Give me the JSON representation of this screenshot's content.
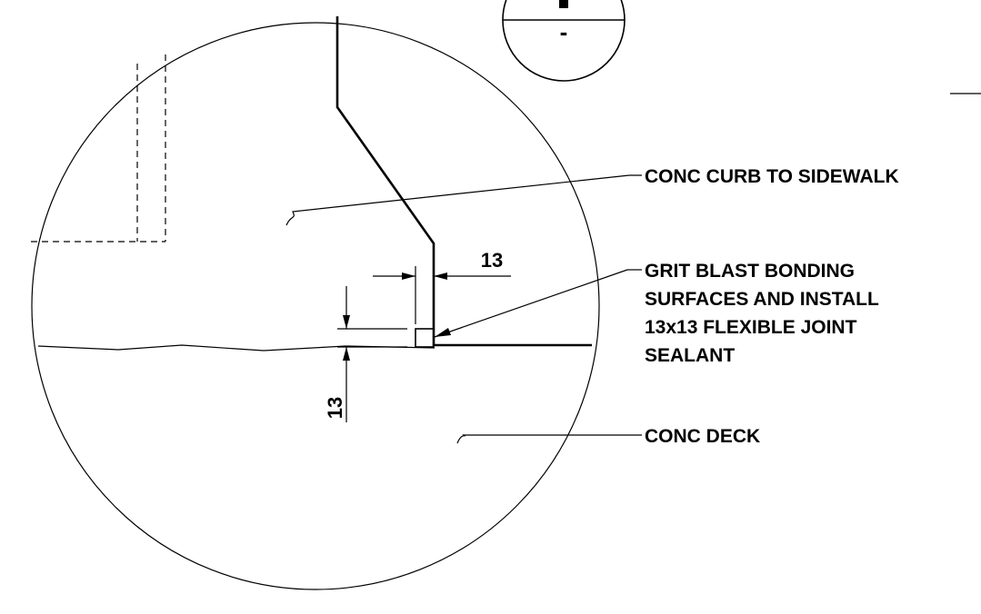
{
  "section_marker": {
    "top_label": "",
    "bottom_label": "-"
  },
  "callouts": {
    "curb": "CONC CURB TO SIDEWALK",
    "sealant": [
      "GRIT BLAST BONDING",
      "SURFACES AND INSTALL",
      "13x13 FLEXIBLE JOINT",
      "SEALANT"
    ],
    "deck": "CONC DECK"
  },
  "dimensions": {
    "horizontal": "13",
    "vertical": "13"
  },
  "colors": {
    "line": "#000000",
    "background": "#ffffff"
  }
}
